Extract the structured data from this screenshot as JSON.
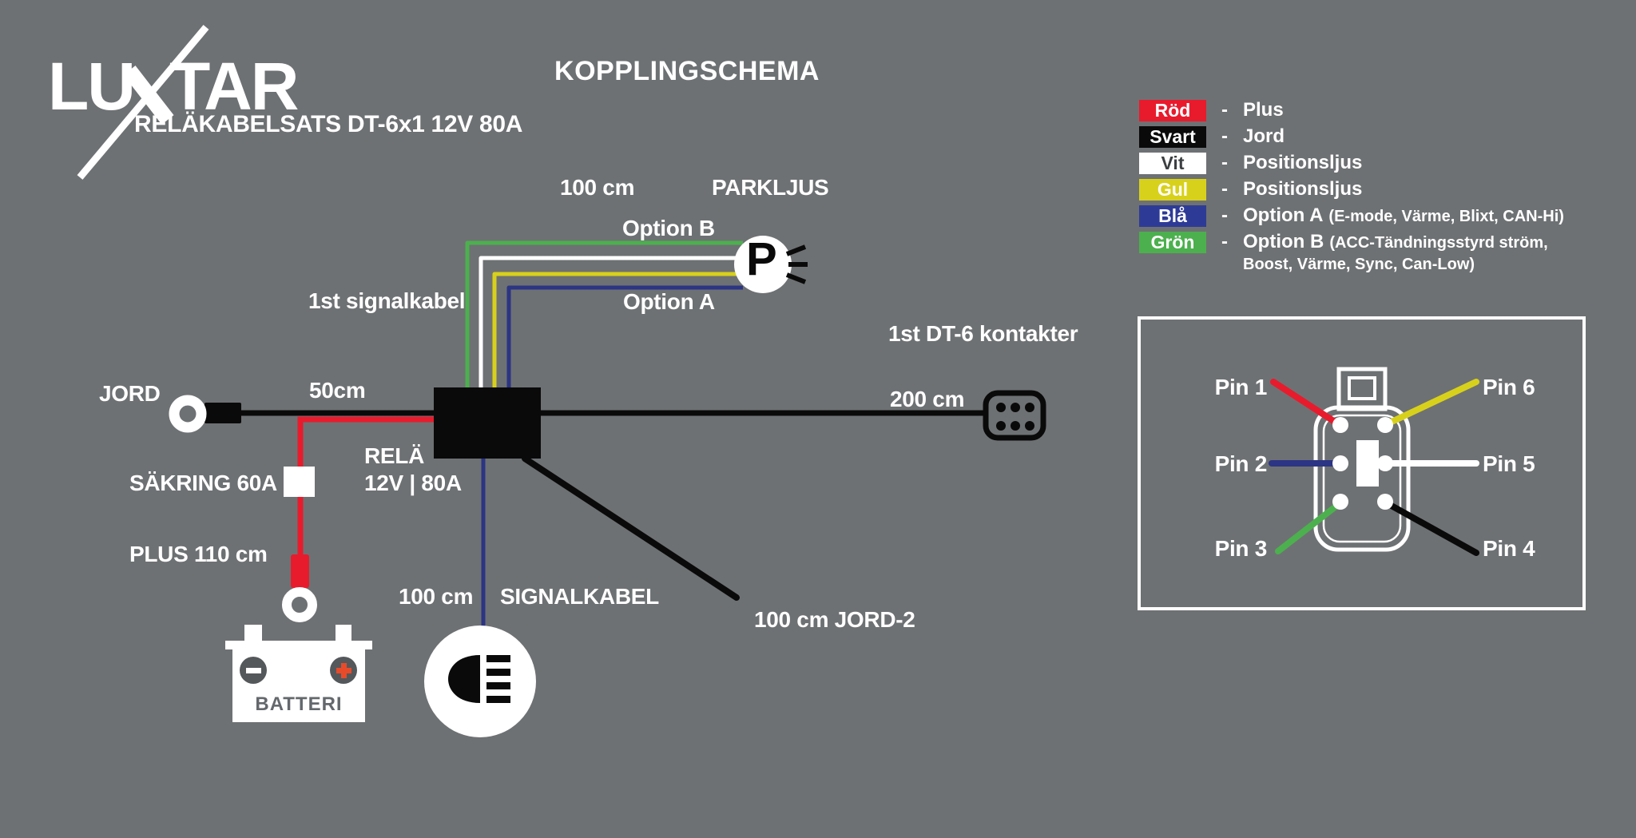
{
  "colors": {
    "bg": "#6e7173",
    "white": "#ffffff",
    "black": "#0a0a0a",
    "red": "#e81b2d",
    "green": "#4cb04e",
    "yellow": "#d8d11b",
    "blue": "#2c3484",
    "blue_chip": "#2e3b96",
    "terminal_gray": "#54585b",
    "plus_red": "#e84b2a",
    "battery_text": "#64686c"
  },
  "header": {
    "logo_left": "LU",
    "logo_right": "TAR",
    "subtitle": "RELÄKABELSATS DT-6x1 12V 80A",
    "title": "KOPPLINGSCHEMA"
  },
  "legend": {
    "dash": "-",
    "items": [
      {
        "label": "Röd",
        "desc": "Plus"
      },
      {
        "label": "Svart",
        "desc": "Jord"
      },
      {
        "label": "Vit",
        "desc": "Positionsljus"
      },
      {
        "label": "Gul",
        "desc": "Positionsljus"
      },
      {
        "label": "Blå",
        "desc": "Option A",
        "detail": "(E-mode, Värme, Blixt, CAN-Hi)"
      },
      {
        "label": "Grön",
        "desc": "Option B",
        "detail": "(ACC-Tändningsstyrd ström,",
        "detail2": "Boost, Värme, Sync, Can-Low)"
      }
    ]
  },
  "diagram": {
    "jord": "JORD",
    "len_50": "50cm",
    "sakring": "SÄKRING 60A",
    "plus_110": "PLUS 110 cm",
    "batteri": "BATTERI",
    "rela_1": "RELÄ",
    "rela_2": "12V | 80A",
    "signal_1st": "1st signalkabel",
    "len_100_top": "100 cm",
    "parkljus": "PARKLJUS",
    "option_b": "Option B",
    "option_a": "Option A",
    "parkljus_icon_letter": "P",
    "len_100_signal": "100 cm",
    "signalkabel": "SIGNALKABEL",
    "jord_2": "100 cm JORD-2",
    "dt6": "1st DT-6 kontakter",
    "len_200": "200 cm"
  },
  "pinbox": {
    "pin_1": "Pin 1",
    "pin_2": "Pin 2",
    "pin_3": "Pin 3",
    "pin_4": "Pin 4",
    "pin_5": "Pin 5",
    "pin_6": "Pin 6"
  }
}
